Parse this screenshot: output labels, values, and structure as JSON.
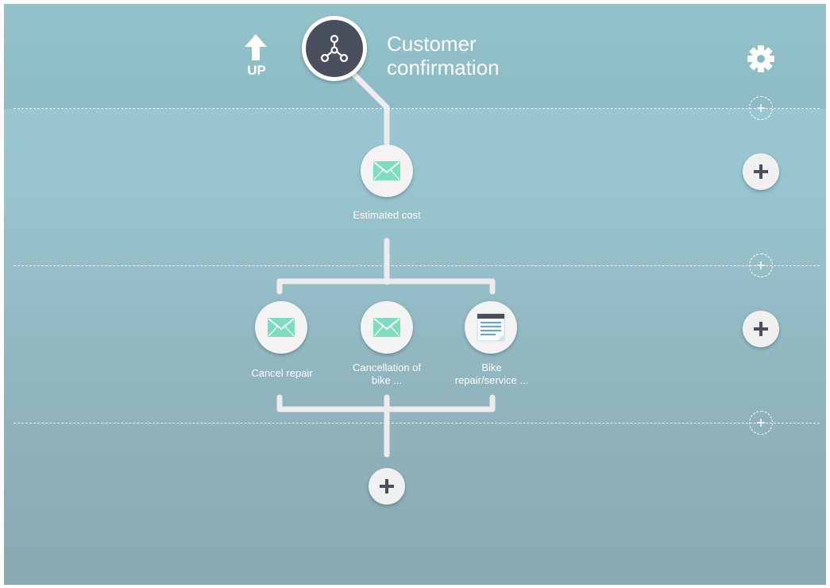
{
  "header": {
    "up_label": "UP",
    "title_line1": "Customer",
    "title_line2": "confirmation",
    "root_icon": "workflow-icon",
    "settings_icon": "gear-icon"
  },
  "colors": {
    "line": "#ececec",
    "node_bg": "#f3f3f3",
    "root_bg": "#4a4f5e",
    "mail": "#7fdcc0",
    "plus": "#4a4f5e"
  },
  "steps": [
    {
      "label": "Estimated cost",
      "icon": "mail-icon"
    },
    {
      "label": "Cancel repair",
      "icon": "mail-icon"
    },
    {
      "label_line1": "Cancellation of",
      "label_line2": "bike ...",
      "icon": "mail-icon"
    },
    {
      "label_line1": "Bike",
      "label_line2": "repair/service ...",
      "icon": "form-icon"
    }
  ],
  "actions": {
    "add_icon": "plus-icon"
  }
}
